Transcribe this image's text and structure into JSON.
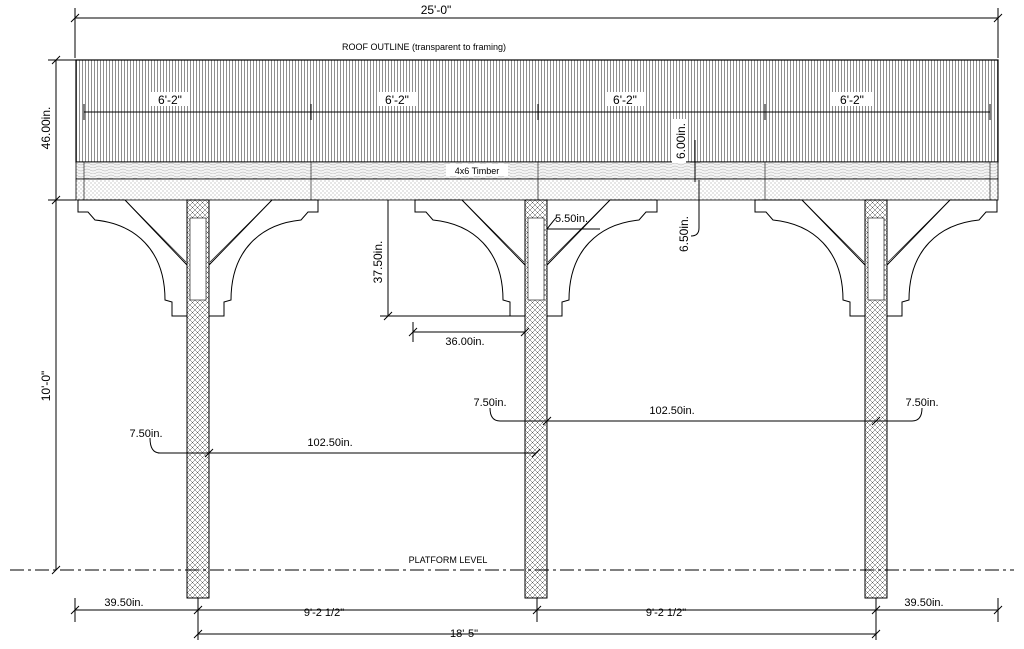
{
  "labels": {
    "roof_outline": "ROOF OUTLINE (transparent to framing)",
    "timber": "4x6 Timber",
    "platform": "PLATFORM LEVEL"
  },
  "dims": {
    "overall_width": "25'-0\"",
    "roof_height": "46.00in.",
    "post_height": "10'-0\"",
    "rafter_spacing_1": "6'-2\"",
    "rafter_spacing_2": "6'-2\"",
    "rafter_spacing_3": "6'-2\"",
    "rafter_spacing_4": "6'-2\"",
    "rafter_depth": "6.00in.",
    "beam_depth": "6.50in.",
    "post_width": "5.50in.",
    "brace_height": "37.50in.",
    "brace_span": "36.00in.",
    "left_offset": "7.50in.",
    "left_span": "102.50in.",
    "mid_offset": "7.50in.",
    "right_span": "102.50in.",
    "right_offset": "7.50in.",
    "left_overhang": "39.50in.",
    "bay_1": "9'-2 1/2\"",
    "bay_2": "9'-2 1/2\"",
    "right_overhang": "39.50in.",
    "total_span": "18'-5\""
  }
}
